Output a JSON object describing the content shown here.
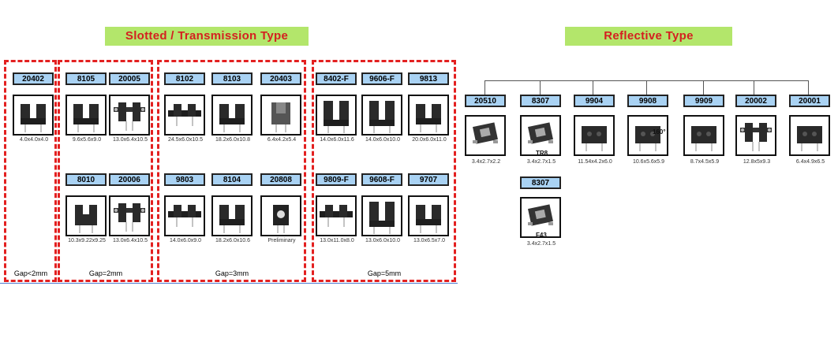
{
  "titles": {
    "slotted": "Slotted / Transmission Type",
    "reflective": "Reflective Type"
  },
  "groups": [
    {
      "gap": "Gap<2mm"
    },
    {
      "gap": "Gap=2mm"
    },
    {
      "gap": "Gap=3mm"
    },
    {
      "gap": "Gap=5mm"
    }
  ],
  "slotted_items": [
    {
      "part": "20402",
      "dim": "4.0x4.0x4.0"
    },
    {
      "part": "8105",
      "dim": "9.6x5.6x9.0"
    },
    {
      "part": "20005",
      "dim": "13.0x6.4x10.5"
    },
    {
      "part": "8010",
      "dim": "10.3x9.22x9.25"
    },
    {
      "part": "20006",
      "dim": "13.0x6.4x10.5"
    },
    {
      "part": "8102",
      "dim": "24.5x6.0x10.5"
    },
    {
      "part": "8103",
      "dim": "18.2x6.0x10.8"
    },
    {
      "part": "20403",
      "dim": "6.4x4.2x5.4"
    },
    {
      "part": "9803",
      "dim": "14.0x6.0x9.0"
    },
    {
      "part": "8104",
      "dim": "18.2x6.0x10.6"
    },
    {
      "part": "20808",
      "dim": "Preliminary"
    },
    {
      "part": "8402-F",
      "dim": "14.0x6.0x11.6"
    },
    {
      "part": "9606-F",
      "dim": "14.0x6.0x10.0"
    },
    {
      "part": "9813",
      "dim": "20.0x6.0x11.0"
    },
    {
      "part": "9809-F",
      "dim": "13.0x11.0x8.0"
    },
    {
      "part": "9608-F",
      "dim": "13.0x6.0x10.0"
    },
    {
      "part": "9707",
      "dim": "13.0x6.5x7.0"
    }
  ],
  "reflective_items": [
    {
      "part": "20510",
      "dim": "3.4x2.7x2.2",
      "overlay": ""
    },
    {
      "part": "8307",
      "dim": "3.4x2.7x1.5",
      "overlay": "TR8"
    },
    {
      "part": "9904",
      "dim": "11.54x4.2x6.0",
      "overlay": ""
    },
    {
      "part": "9908",
      "dim": "10.6x5.6x5.9",
      "overlay": "160°"
    },
    {
      "part": "9909",
      "dim": "8.7x4.5x5.9",
      "overlay": ""
    },
    {
      "part": "20002",
      "dim": "12.8x5x9.3",
      "overlay": ""
    },
    {
      "part": "20001",
      "dim": "6.4x4.9x6.5",
      "overlay": ""
    },
    {
      "part": "8307",
      "dim": "3.4x2.7x1.5",
      "overlay": "F43"
    }
  ]
}
